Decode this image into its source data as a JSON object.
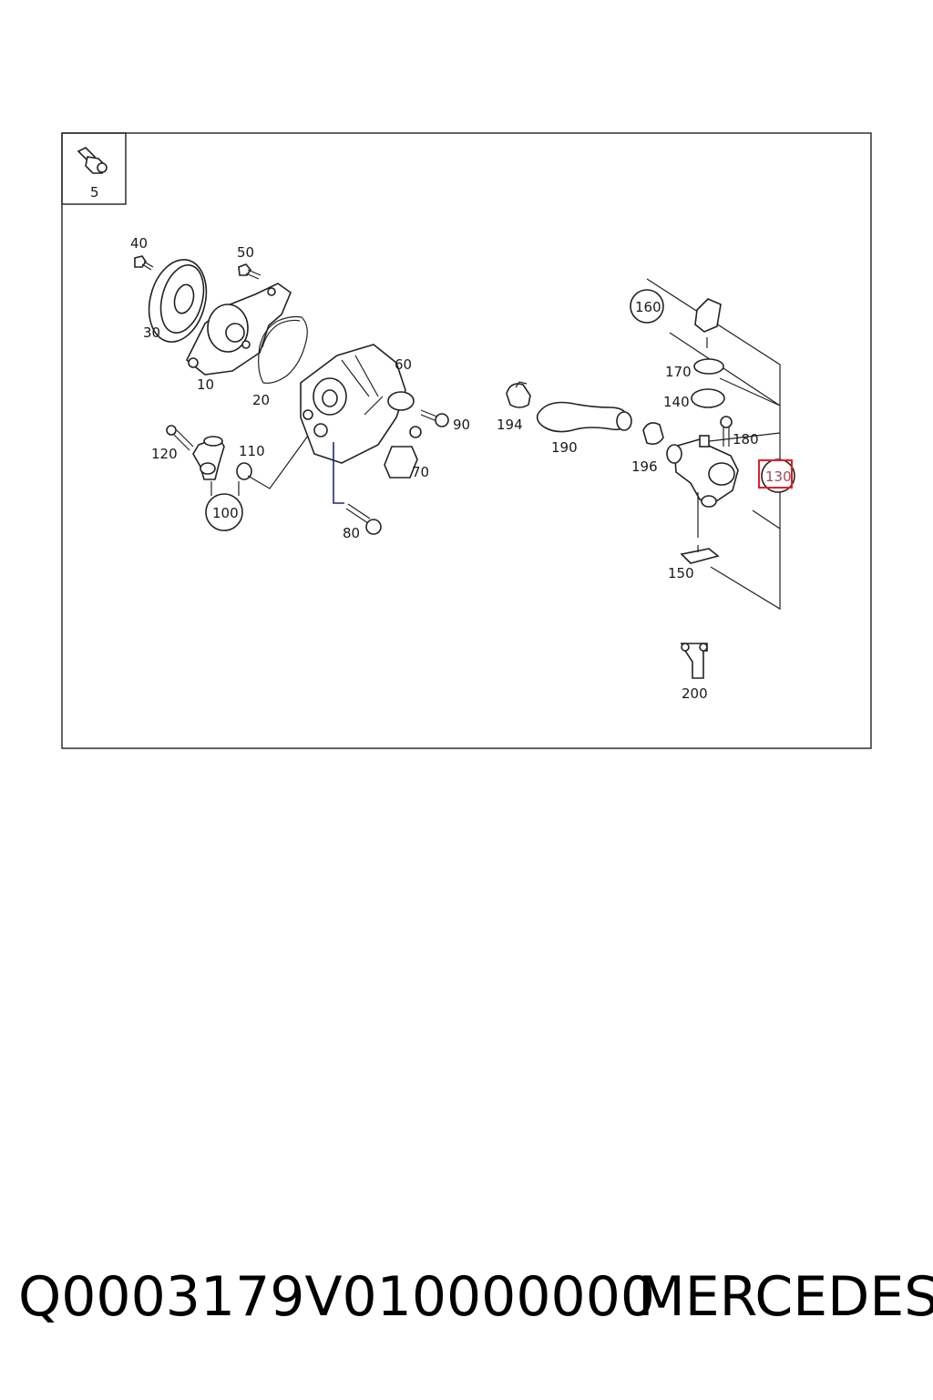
{
  "diagram": {
    "inset_label": "5",
    "labels": {
      "p10": "10",
      "p20": "20",
      "p30": "30",
      "p40": "40",
      "p50": "50",
      "p60": "60",
      "p70": "70",
      "p80": "80",
      "p90": "90",
      "p100": "100",
      "p110": "110",
      "p120": "120",
      "p130": "130",
      "p140": "140",
      "p150": "150",
      "p160": "160",
      "p170": "170",
      "p180": "180",
      "p190": "190",
      "p194": "194",
      "p196": "196",
      "p200": "200"
    },
    "highlight_color": "#e0202a"
  },
  "footer": {
    "code": "Q0003179V010000000",
    "brand": "MERCEDES"
  }
}
